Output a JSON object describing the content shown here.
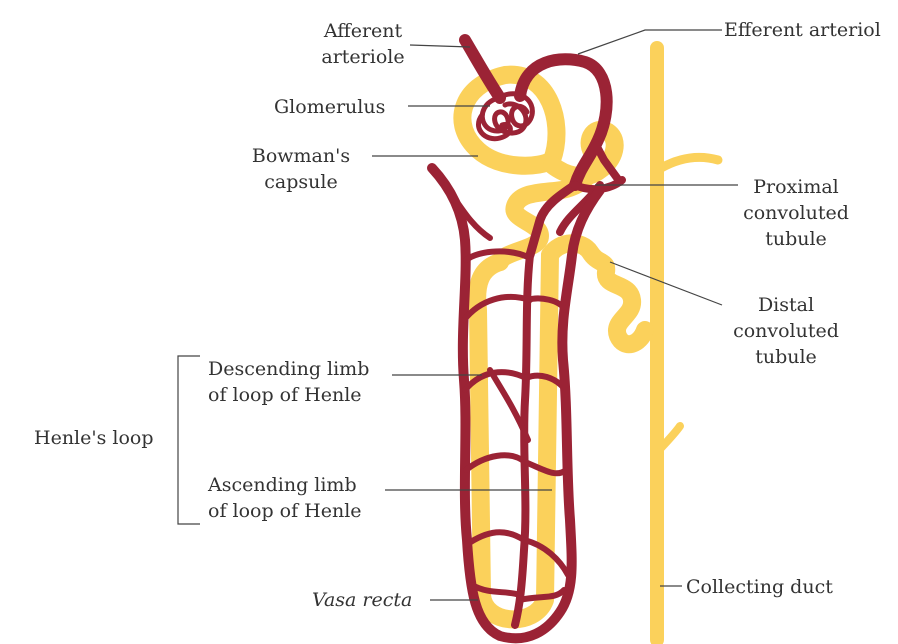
{
  "labels": {
    "afferent_1": "Afferent",
    "afferent_2": "arteriole",
    "efferent": "Efferent arteriol",
    "glomerulus": "Glomerulus",
    "bowman_1": "Bowman's",
    "bowman_2": "capsule",
    "proximal_1": "Proximal",
    "proximal_2": "convoluted",
    "proximal_3": "tubule",
    "distal_1": "Distal",
    "distal_2": "convoluted",
    "distal_3": "tubule",
    "descending_1": "Descending limb",
    "descending_2": "of loop of Henle",
    "henle": "Henle's loop",
    "ascending_1": "Ascending limb",
    "ascending_2": "of loop of Henle",
    "collecting": "Collecting duct",
    "vasa_recta": "Vasa recta"
  },
  "colors": {
    "tubule": "#FBD15B",
    "blood_vessel": "#9B2335",
    "leader_line": "#444444"
  }
}
